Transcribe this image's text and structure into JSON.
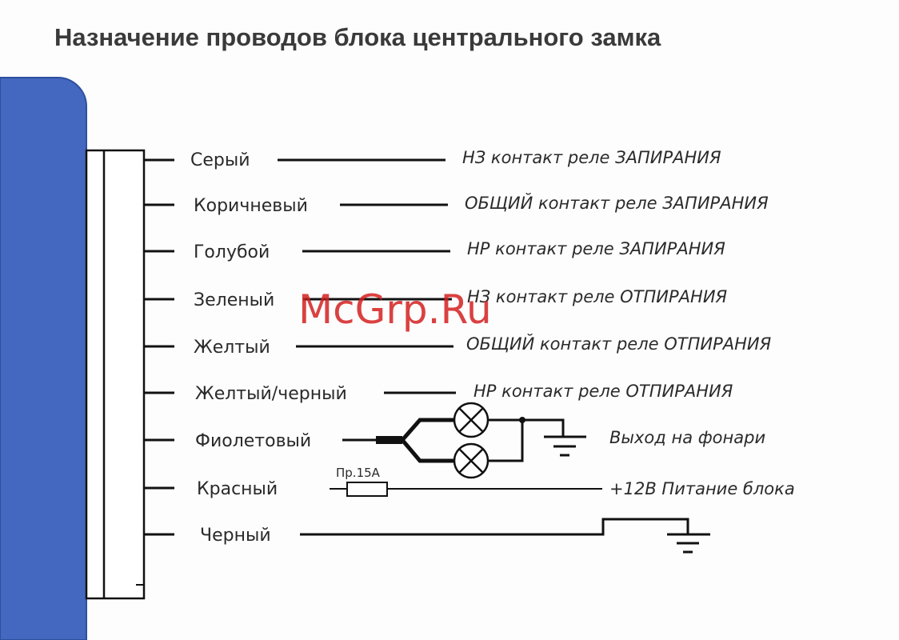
{
  "title": "Назначение проводов блока центрального замка",
  "watermark": "McGrp.Ru",
  "wires": [
    {
      "color": "Серый",
      "function": "НЗ контакт реле ЗАПИРАНИЯ"
    },
    {
      "color": "Коричневый",
      "function": "ОБЩИЙ контакт реле ЗАПИРАНИЯ"
    },
    {
      "color": "Голубой",
      "function": "НР контакт реле ЗАПИРАНИЯ"
    },
    {
      "color": "Зеленый",
      "function": "НЗ контакт реле ОТПИРАНИЯ"
    },
    {
      "color": "Желтый",
      "function": "ОБЩИЙ контакт реле ОТПИРАНИЯ"
    },
    {
      "color": "Желтый/черный",
      "function": "НР контакт реле ОТПИРАНИЯ"
    },
    {
      "color": "Фиолетовый",
      "function": "Выход на фонари"
    },
    {
      "color": "Красный",
      "function": "+12В Питание блока"
    },
    {
      "color": "Черный",
      "function": ""
    }
  ],
  "fuse_label": "Пр.15А",
  "colors": {
    "block": "#4468c0",
    "watermark": "#d42020"
  }
}
